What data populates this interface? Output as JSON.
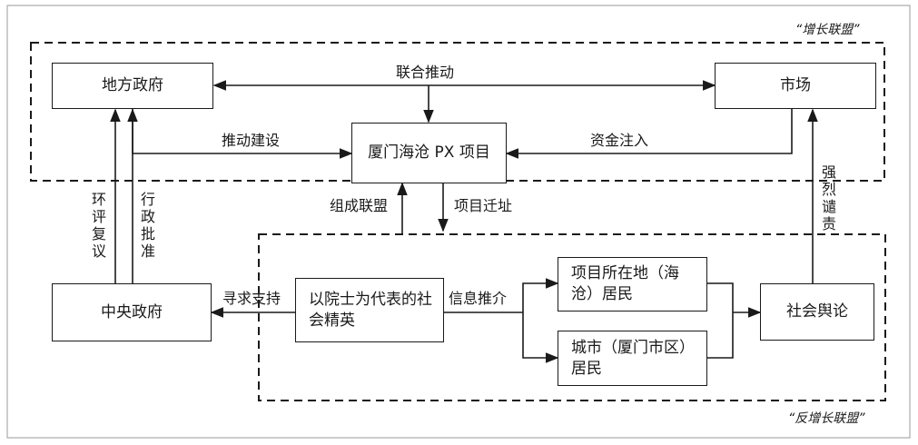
{
  "alliances": {
    "growth": "“增长联盟”",
    "anti_growth": "“反增长联盟”"
  },
  "nodes": {
    "local_gov": "地方政府",
    "market": "市场",
    "px_project": "厦门海沧 PX 项目",
    "central_gov": "中央政府",
    "elite": "以院士为代表的社会精英",
    "haicang_residents": "项目所在地（海沧）居民",
    "city_residents": "城市（厦门市区）居民",
    "public_opinion": "社会舆论"
  },
  "edges": {
    "joint_push": "联合推动",
    "promote_construction": "推动建设",
    "capital_injection": "资金注入",
    "form_alliance": "组成联盟",
    "relocation": "项目迁址",
    "eia_review": "环评复议",
    "admin_approval": "行政批准",
    "strong_condemnation": "强烈谴责",
    "seek_support": "寻求支持",
    "info_promotion": "信息推介"
  }
}
